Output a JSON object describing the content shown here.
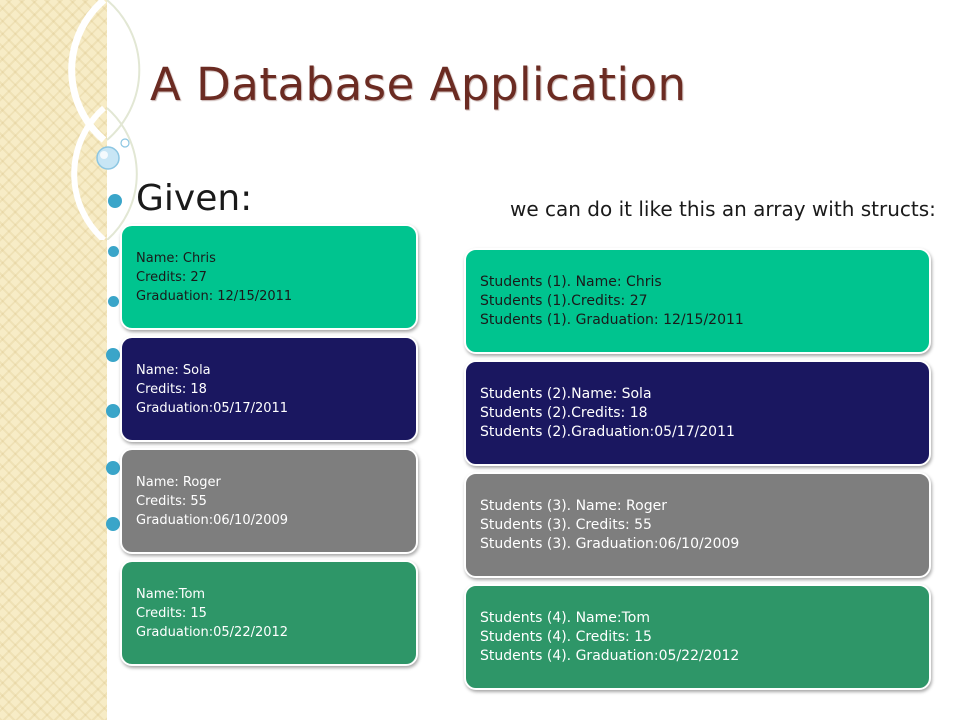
{
  "title": "A Database Application",
  "given": {
    "label": "Given:",
    "note": "we can do it like this an array with structs:"
  },
  "records": [
    {
      "name_line": "Name: Chris",
      "credits_line": "Credits: 27",
      "grad_line": "Graduation: 12/15/2011",
      "color": "#00c48f"
    },
    {
      "name_line": "Name: Sola",
      "credits_line": "Credits: 18",
      "grad_line": "Graduation:05/17/2011",
      "color": "#1a1760"
    },
    {
      "name_line": "Name: Roger",
      "credits_line": "Credits: 55",
      "grad_line": "Graduation:06/10/2009",
      "color": "#7e7e7e"
    },
    {
      "name_line": "Name:Tom",
      "credits_line": "Credits: 15",
      "grad_line": "Graduation:05/22/2012",
      "color": "#2e9668"
    }
  ],
  "structs": [
    {
      "name_line": "Students (1). Name: Chris",
      "credits_line": "Students (1).Credits: 27",
      "grad_line": "Students (1). Graduation: 12/15/2011",
      "color": "#00c48f"
    },
    {
      "name_line": "Students (2).Name: Sola",
      "credits_line": "Students (2).Credits: 18",
      "grad_line": "Students (2).Graduation:05/17/2011",
      "color": "#1a1760"
    },
    {
      "name_line": "Students (3). Name: Roger",
      "credits_line": "Students (3). Credits: 55",
      "grad_line": "Students (3). Graduation:06/10/2009",
      "color": "#7e7e7e"
    },
    {
      "name_line": "Students (4). Name:Tom",
      "credits_line": "Students (4). Credits: 15",
      "grad_line": "Students (4). Graduation:05/22/2012",
      "color": "#2e9668"
    }
  ],
  "theme": {
    "title_color": "#6b2b22",
    "bullet_color": "#3aa5c9",
    "strip_color": "#f7ecc6"
  }
}
